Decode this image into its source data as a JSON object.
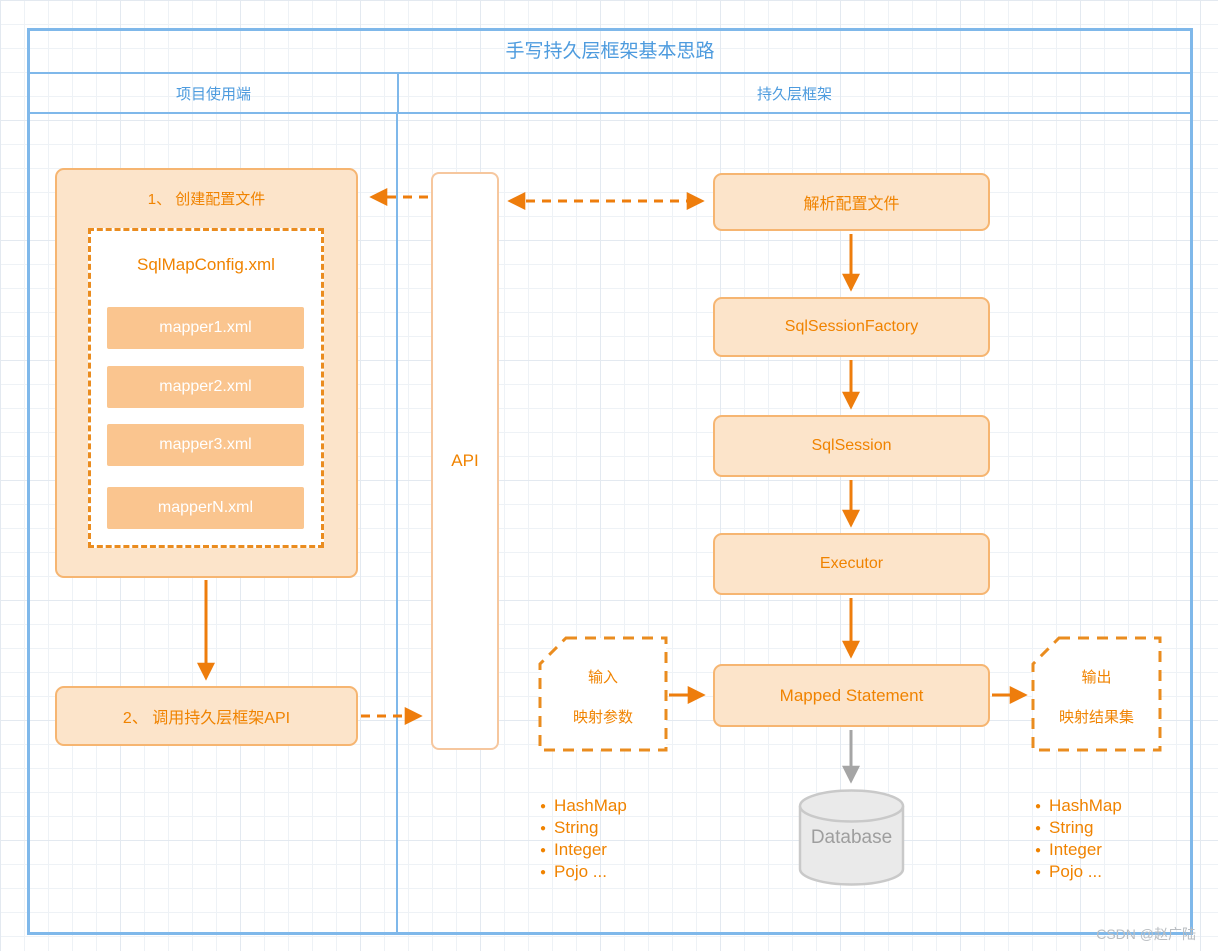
{
  "title": "手写持久层框架基本思路",
  "columns": {
    "left": "项目使用端",
    "right": "持久层框架"
  },
  "client": {
    "step1_title": "1、 创建配置文件",
    "config_file": "SqlMapConfig.xml",
    "mappers": [
      "mapper1.xml",
      "mapper2.xml",
      "mapper3.xml",
      "mapperN.xml"
    ],
    "step2_title": "2、 调用持久层框架API"
  },
  "api_label": "API",
  "framework": {
    "nodes": [
      "解析配置文件",
      "SqlSessionFactory",
      "SqlSession",
      "Executor",
      "Mapped Statement"
    ]
  },
  "input_note": {
    "line1": "输入",
    "line2": "映射参数"
  },
  "output_note": {
    "line1": "输出",
    "line2": "映射结果集"
  },
  "database_label": "Database",
  "type_list": [
    "HashMap",
    "String",
    "Integer",
    "Pojo ..."
  ],
  "icons": {
    "bullet": "●"
  },
  "watermark": "CSDN @赵广陆",
  "colors": {
    "accent_orange": "#ee7d0c",
    "orange_text": "#f08300",
    "box_fill": "#fce4ca",
    "mapper_fill": "#fac58f",
    "blue_border": "#7fb8ea",
    "blue_text": "#4d9bde",
    "gray_arrow": "#a5a5a5"
  }
}
